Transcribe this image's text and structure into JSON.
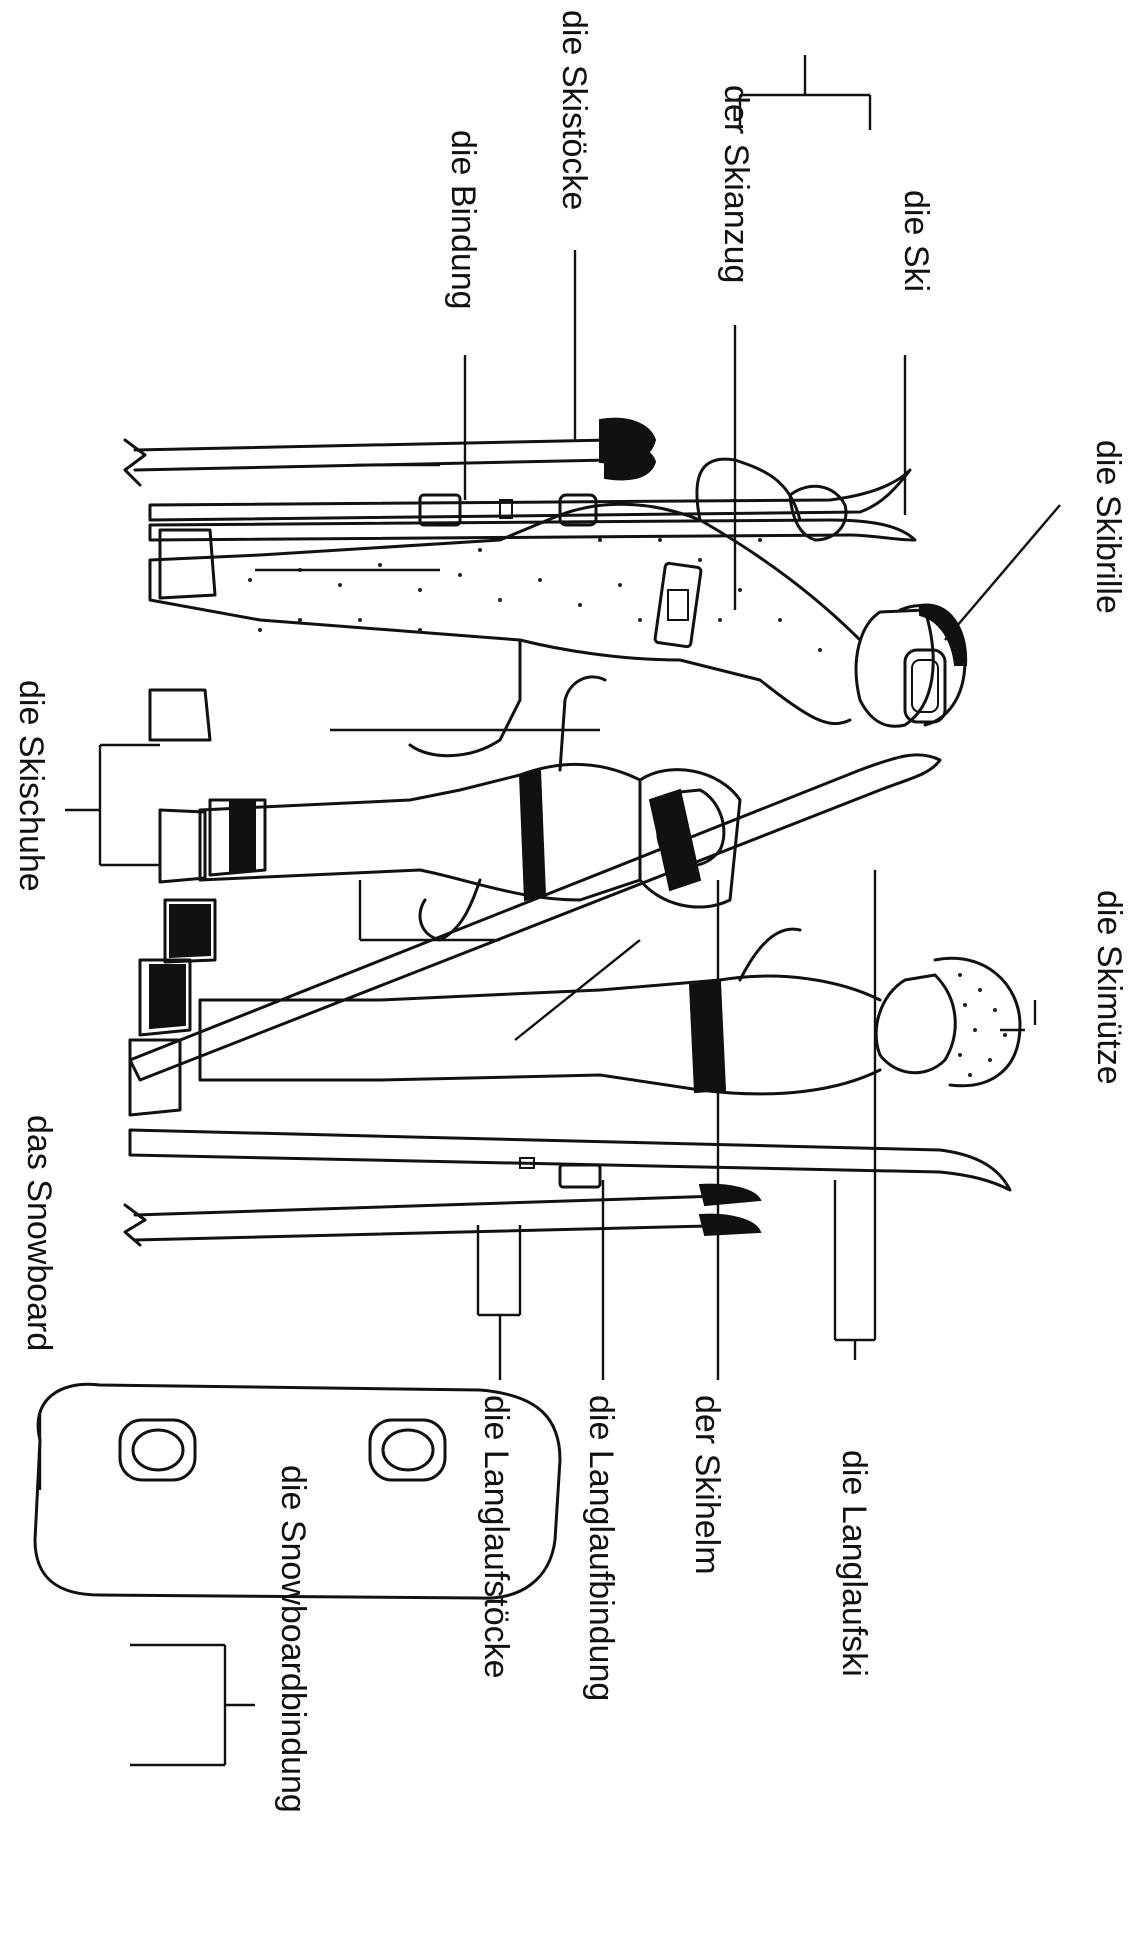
{
  "labels": {
    "ski": "die Ski",
    "skibrille": "die Skibrille",
    "skianzug": "der Skianzug",
    "skistoecke": "die Skistöcke",
    "bindung": "die Bindung",
    "skimuetze": "die Skimütze",
    "skischuhe": "die Skischuhe",
    "snowboard": "das Snowboard",
    "langlaufski": "die Langlaufski",
    "skihelm": "der Skihelm",
    "langlaufbindung": "die Langlaufbindung",
    "langlaufstoecke": "die Langlaufstöcke",
    "snowboardbindung": "die Snowboardbindung"
  }
}
